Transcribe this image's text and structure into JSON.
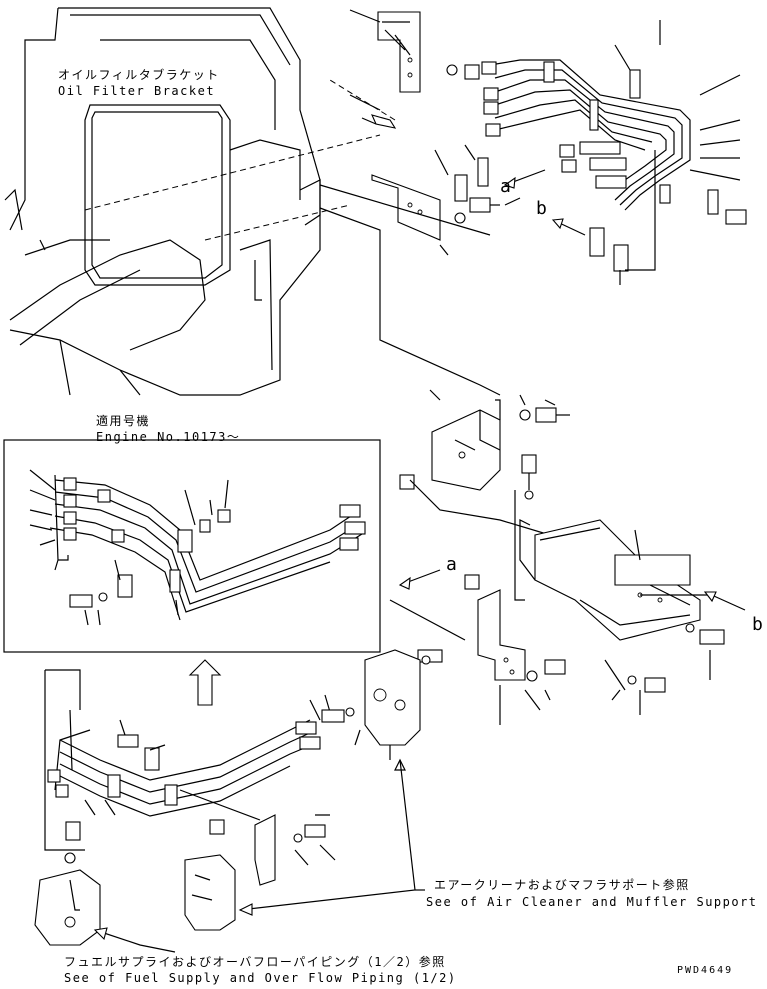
{
  "labels": {
    "oil_filter_bracket_jp": "オイルフィルタブラケット",
    "oil_filter_bracket_en": "Oil Filter Bracket",
    "engine_no_jp": "適用号機",
    "engine_no_en": "Engine No.10173～",
    "air_cleaner_jp": "エアークリーナおよびマフラサポート参照",
    "air_cleaner_en": "See of Air Cleaner and Muffler Support",
    "fuel_supply_jp": "フュエルサプライおよびオーバフローパイピング（1／2）参照",
    "fuel_supply_en": "See of Fuel Supply and Over Flow Piping (1/2)",
    "drawing_code": "PWD4649"
  },
  "markers": {
    "a_upper": "a",
    "b_upper": "b",
    "a_lower": "a",
    "b_right": "b"
  }
}
